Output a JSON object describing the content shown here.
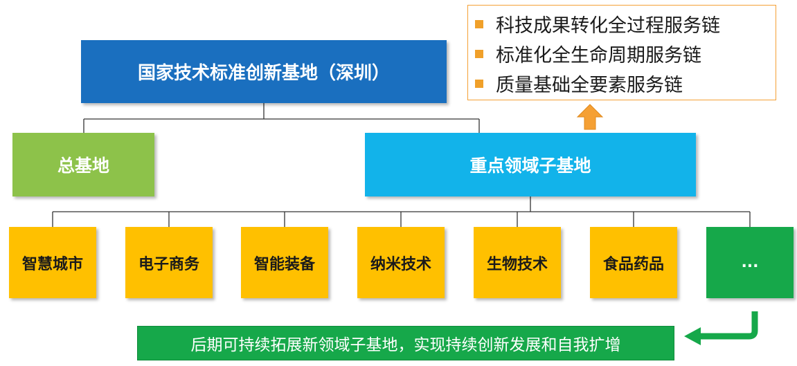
{
  "top_node": {
    "label": "国家技术标准创新基地（深圳）"
  },
  "branches": {
    "main_base": {
      "label": "总基地"
    },
    "key_field_base": {
      "label": "重点领域子基地"
    }
  },
  "sub_bases": [
    {
      "label": "智慧城市"
    },
    {
      "label": "电子商务"
    },
    {
      "label": "智能装备"
    },
    {
      "label": "纳米技术"
    },
    {
      "label": "生物技术"
    },
    {
      "label": "食品药品"
    },
    {
      "label": "..."
    }
  ],
  "service_chains": [
    {
      "label": "科技成果转化全过程服务链"
    },
    {
      "label": "标准化全生命周期服务链"
    },
    {
      "label": "质量基础全要素服务链"
    }
  ],
  "footer_note": "后期可持续拓展新领域子基地，实现持续创新发展和自我扩增",
  "colors": {
    "top_node": "#1a6fbf",
    "main_base": "#8dc24a",
    "key_field_base": "#12b3ea",
    "sub_base": "#ffc000",
    "more_node": "#16a84a",
    "bullet": "#f0a02a",
    "arrow": "#f5a034"
  }
}
